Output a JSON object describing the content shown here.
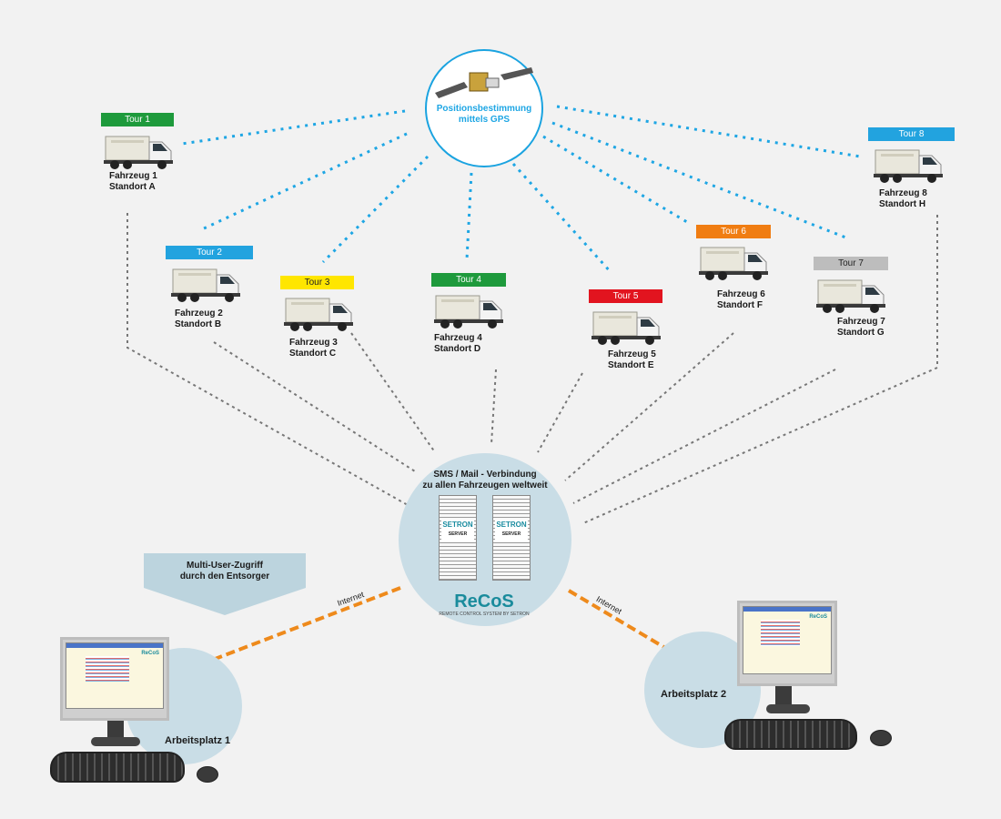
{
  "gps": {
    "label_line1": "Positionsbestimmung",
    "label_line2": "mittels GPS"
  },
  "server": {
    "title_line1": "SMS / Mail - Verbindung",
    "title_line2": "zu allen Fahrzeugen weltweit",
    "unit_brand": "SETRON",
    "unit_word": "SERVER",
    "logo": "ReCoS",
    "logo_sub": "REMOTE CONTROL SYSTEM BY SETRON"
  },
  "multi_user": {
    "line1": "Multi-User-Zugriff",
    "line2": "durch den Entsorger"
  },
  "internet_label": "Internet",
  "workstations": [
    {
      "label": "Arbeitsplatz 1",
      "screen_logo": "ReCoS"
    },
    {
      "label": "Arbeitsplatz 2",
      "screen_logo": "ReCoS"
    }
  ],
  "tours": [
    {
      "tour": "Tour 1",
      "color": "#1e9a3c",
      "vehicle": "Fahrzeug 1",
      "location": "Standort A"
    },
    {
      "tour": "Tour 2",
      "color": "#22a3df",
      "vehicle": "Fahrzeug 2",
      "location": "Standort B"
    },
    {
      "tour": "Tour 3",
      "color": "#ffe600",
      "vehicle": "Fahrzeug 3",
      "location": "Standort C"
    },
    {
      "tour": "Tour 4",
      "color": "#1e9a3c",
      "vehicle": "Fahrzeug 4",
      "location": "Standort D"
    },
    {
      "tour": "Tour 5",
      "color": "#e2141f",
      "vehicle": "Fahrzeug 5",
      "location": "Standort E"
    },
    {
      "tour": "Tour 6",
      "color": "#f07d12",
      "vehicle": "Fahrzeug 6",
      "location": "Standort F"
    },
    {
      "tour": "Tour 7",
      "color": "#bdbdbd",
      "vehicle": "Fahrzeug 7",
      "location": "Standort G"
    },
    {
      "tour": "Tour 8",
      "color": "#22a3df",
      "vehicle": "Fahrzeug 8",
      "location": "Standort H"
    }
  ],
  "colors": {
    "gps_link": "#1ea6e4",
    "server_link": "#777777",
    "internet_link": "#ee8a1c",
    "disc": "#c9dde6"
  }
}
